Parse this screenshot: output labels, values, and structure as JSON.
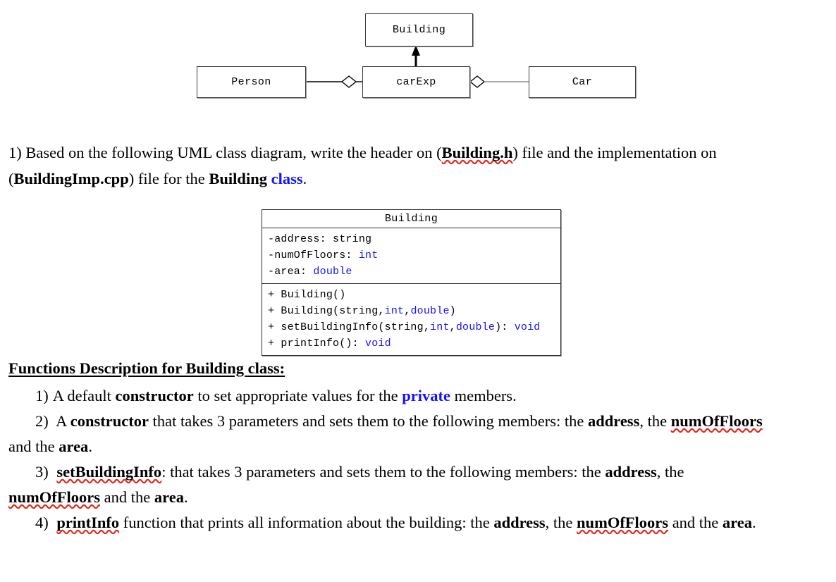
{
  "diagram": {
    "nodes": [
      {
        "id": "building",
        "label": "Building"
      },
      {
        "id": "person",
        "label": "Person"
      },
      {
        "id": "carexp",
        "label": "carExp"
      },
      {
        "id": "car",
        "label": "Car"
      }
    ],
    "relations": [
      {
        "from": "carExp",
        "to": "Building",
        "type": "generalization-arrow"
      },
      {
        "from": "Person",
        "to": "carExp",
        "type": "aggregation-diamond"
      },
      {
        "from": "Car",
        "to": "carExp",
        "type": "aggregation-diamond"
      }
    ]
  },
  "question": {
    "number": "1)",
    "text_before_file1": "Based on the following UML class diagram, write the header on (",
    "file1": "Building.h",
    "text_after_file1": ") file and the implementation on (",
    "file2": "BuildingImp.cpp",
    "text_after_file2": ") file for the ",
    "class_word_bold": "Building",
    "class_word_blue": "class",
    "period": "."
  },
  "uml_class": {
    "title": "Building",
    "attributes": [
      {
        "visibility": "-",
        "name": "address",
        "sep": ": ",
        "type": "string",
        "type_color": "black"
      },
      {
        "visibility": "-",
        "name": "numOfFloors",
        "sep": ": ",
        "type": "int",
        "type_color": "blue"
      },
      {
        "visibility": "-",
        "name": "area",
        "sep": ": ",
        "type": "double",
        "type_color": "blue"
      }
    ],
    "operations": [
      {
        "visibility": "+",
        "signature": "Building()",
        "return": "",
        "params_blue": []
      },
      {
        "visibility": "+",
        "signature": "Building(string, int, double)",
        "return": "",
        "params_blue": [
          "int",
          "double"
        ]
      },
      {
        "visibility": "+",
        "signature": "setBuildingInfo(string, int, double)",
        "return": "void",
        "params_blue": [
          "int",
          "double"
        ]
      },
      {
        "visibility": "+",
        "signature": "printInfo()",
        "return": "void",
        "params_blue": []
      }
    ]
  },
  "functions_section": {
    "heading": "Functions Description for Building class:",
    "items": [
      {
        "num": "1)",
        "parts": [
          {
            "t": "A default ",
            "s": "plain"
          },
          {
            "t": "constructor",
            "s": "bold"
          },
          {
            "t": " to set appropriate values for the ",
            "s": "plain"
          },
          {
            "t": "private",
            "s": "blue"
          },
          {
            "t": " members.",
            "s": "plain"
          }
        ]
      },
      {
        "num": "2)",
        "parts": [
          {
            "t": " A ",
            "s": "plain"
          },
          {
            "t": "constructor",
            "s": "bold"
          },
          {
            "t": " that takes 3 parameters and sets them to the following members: the ",
            "s": "plain"
          },
          {
            "t": "address",
            "s": "bold"
          },
          {
            "t": ", the ",
            "s": "plain"
          },
          {
            "t": "numOfFloors",
            "s": "bold-squiggle"
          },
          {
            "t": " and the ",
            "s": "plain"
          },
          {
            "t": "area",
            "s": "bold"
          },
          {
            "t": ".",
            "s": "plain"
          }
        ]
      },
      {
        "num": "3)",
        "parts": [
          {
            "t": " ",
            "s": "plain"
          },
          {
            "t": "setBuildingInfo",
            "s": "bold-squiggle"
          },
          {
            "t": ": that takes 3 parameters and sets them to the following members: the ",
            "s": "plain"
          },
          {
            "t": "address",
            "s": "bold"
          },
          {
            "t": ", the ",
            "s": "plain"
          },
          {
            "t": "numOfFloors",
            "s": "bold-squiggle"
          },
          {
            "t": " and the ",
            "s": "plain"
          },
          {
            "t": "area",
            "s": "bold"
          },
          {
            "t": ".",
            "s": "plain"
          }
        ]
      },
      {
        "num": "4)",
        "parts": [
          {
            "t": " ",
            "s": "plain"
          },
          {
            "t": "printInfo",
            "s": "bold-squiggle"
          },
          {
            "t": " function that prints all information about the building: the ",
            "s": "plain"
          },
          {
            "t": "address",
            "s": "bold"
          },
          {
            "t": ", the ",
            "s": "plain"
          },
          {
            "t": "numOfFloors",
            "s": "bold-squiggle"
          },
          {
            "t": " and the ",
            "s": "plain"
          },
          {
            "t": "area",
            "s": "bold"
          },
          {
            "t": ".",
            "s": "plain"
          }
        ]
      }
    ]
  },
  "colors": {
    "keyword_blue": "#1414ff",
    "spellcheck_red": "#e02b20",
    "box_border": "#2e2e2e",
    "text": "#000000",
    "page_background": "#ffffff"
  }
}
